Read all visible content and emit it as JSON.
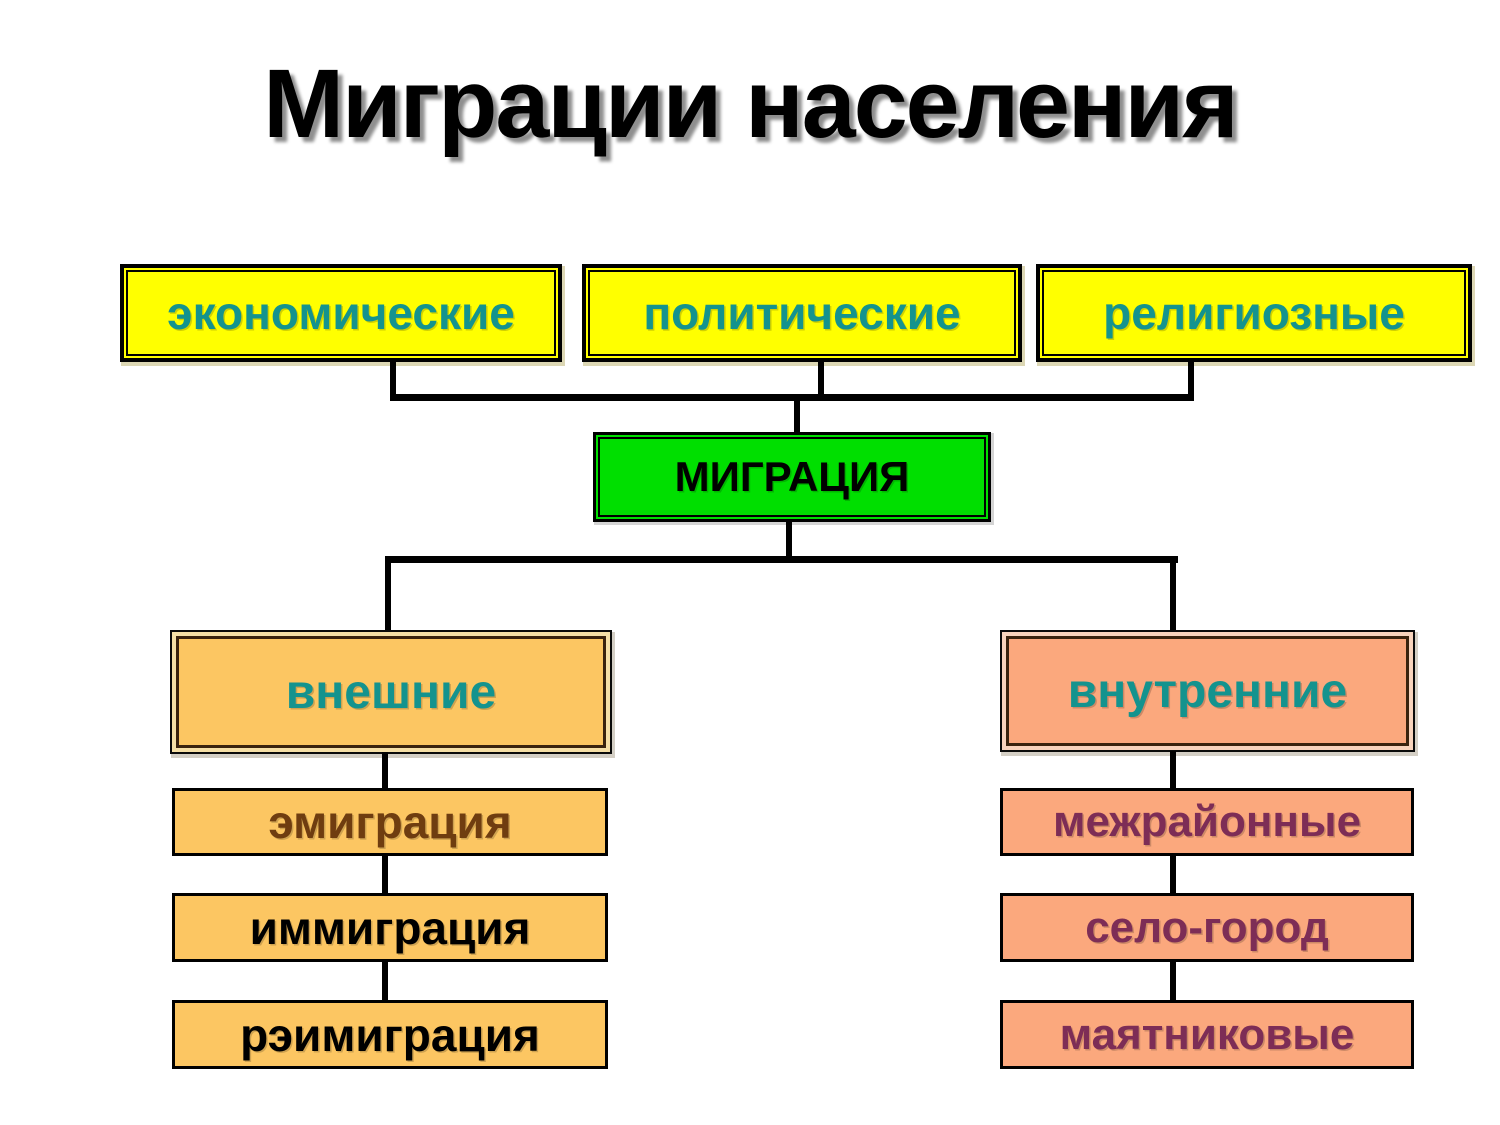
{
  "title": "Миграции населения",
  "causes": [
    {
      "label": "экономические"
    },
    {
      "label": "политические"
    },
    {
      "label": "религиозные"
    }
  ],
  "root": {
    "label": "МИГРАЦИЯ"
  },
  "branches": {
    "external": {
      "label": "внешние",
      "children": [
        {
          "label": "эмиграция"
        },
        {
          "label": "иммиграция"
        },
        {
          "label": "рэимиграция"
        }
      ]
    },
    "internal": {
      "label": "внутренние",
      "children": [
        {
          "label": "межрайонные"
        },
        {
          "label": "село-город"
        },
        {
          "label": "маятниковые"
        }
      ]
    }
  },
  "colors": {
    "cause_fill": "#FFFF00",
    "root_fill": "#00DF00",
    "external_fill": "#FCC662",
    "internal_fill": "#FBA87D",
    "teal_text": "#14938E",
    "brown_text": "#6F3D10",
    "plum_text": "#7D2D56",
    "connector": "#000000",
    "title_shadow": "#8F8F8F"
  }
}
